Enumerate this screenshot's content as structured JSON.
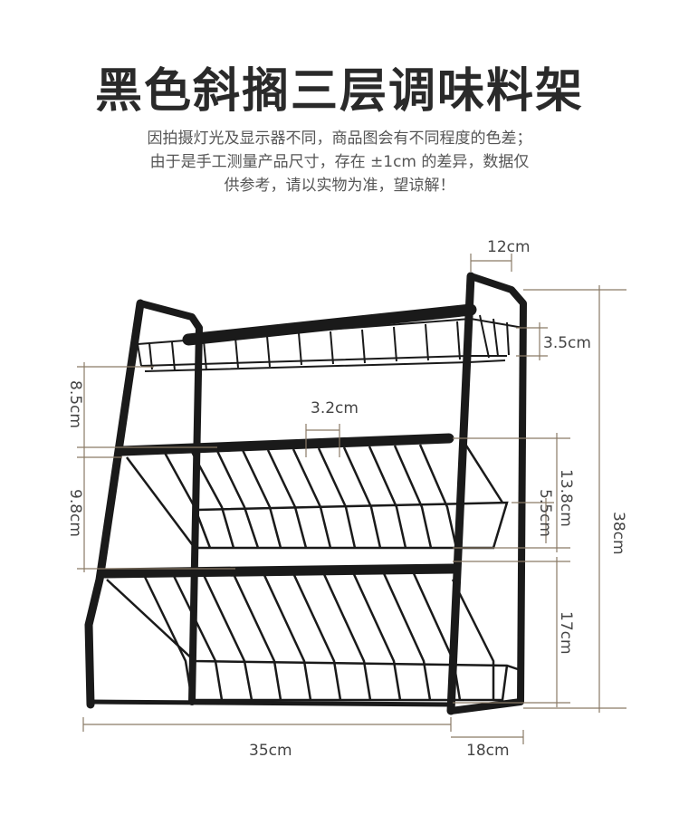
{
  "title": "黑色斜搁三层调味料架",
  "notice": {
    "line1": "因拍摄灯光及显示器不同，商品图会有不同程度的色差；",
    "line2": "由于是手工测量产品尺寸，存在 ±1cm 的差异，数据仅",
    "line3": "供参考，请以实物为准，望谅解！"
  },
  "dimensions": {
    "top_depth": "12cm",
    "top_rail_height": "3.5cm",
    "top_gap": "8.5cm",
    "wire_spacing": "3.2cm",
    "middle_gap": "9.8cm",
    "middle_tier_height": "13.8cm",
    "middle_rail_height": "5.5cm",
    "total_height": "38cm",
    "bottom_tier_height": "17cm",
    "width": "35cm",
    "depth": "18cm"
  },
  "colors": {
    "frame": "#1a1a1a",
    "dimension_line": "#8a7a66",
    "title": "#2a2a2a"
  }
}
